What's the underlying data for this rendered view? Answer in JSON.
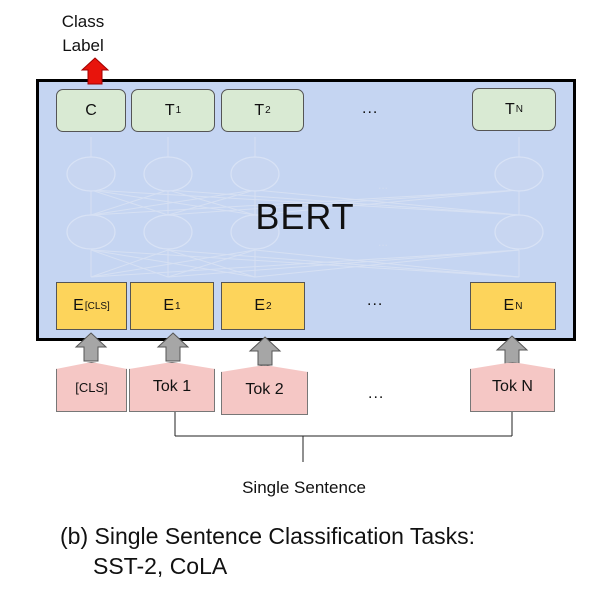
{
  "output_label": {
    "line1": "Class",
    "line2": "Label"
  },
  "model_name": "BERT",
  "outputs": [
    {
      "main": "C",
      "sub": ""
    },
    {
      "main": "T",
      "sub": "1"
    },
    {
      "main": "T",
      "sub": "2"
    },
    {
      "main": "...",
      "sub": ""
    },
    {
      "main": "T",
      "sub": "N"
    }
  ],
  "embeddings": [
    {
      "main": "E",
      "sub": "[CLS]"
    },
    {
      "main": "E",
      "sub": "1"
    },
    {
      "main": "E",
      "sub": "2"
    },
    {
      "main": "...",
      "sub": ""
    },
    {
      "main": "E",
      "sub": "N"
    }
  ],
  "tokens": [
    "[CLS]",
    "Tok 1",
    "Tok 2",
    "...",
    "Tok N"
  ],
  "input_label": "Single Sentence",
  "caption": {
    "line1": "(b) Single Sentence Classification Tasks:",
    "line2": "SST-2, CoLA"
  },
  "colors": {
    "bert_background": "#c5d5f2",
    "output_box": "#d9ead3",
    "embedding_box": "#fdd45b",
    "token_box": "#f5c7c5",
    "class_arrow": "#e8140c",
    "input_arrow": "#a6a6a6"
  }
}
